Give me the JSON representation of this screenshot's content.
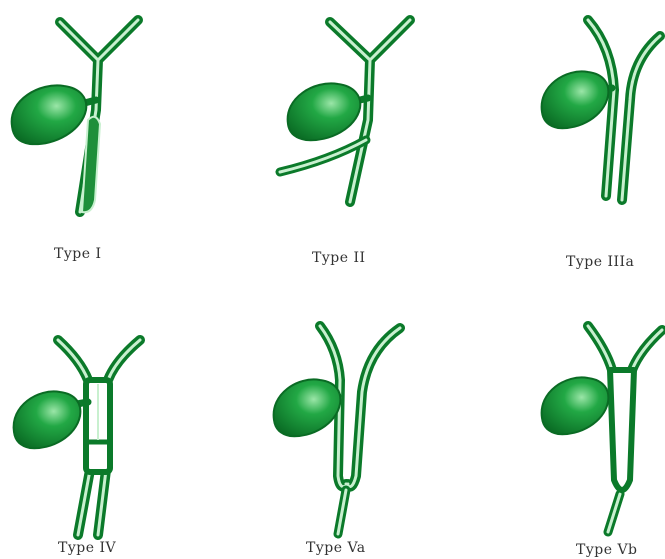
{
  "panels": [
    {
      "label": "Type I"
    },
    {
      "label": "Type II"
    },
    {
      "label": "Type IIIa"
    },
    {
      "label": "Type IV"
    },
    {
      "label": "Type Va"
    },
    {
      "label": "Type Vb"
    }
  ],
  "colors": {
    "duct_dark": "#0b7a2a",
    "duct_light": "#c8f0cf",
    "gallbladder_dark": "#0a6b24",
    "gallbladder_mid": "#22a845",
    "gallbladder_light": "#9be6a8",
    "label_text": "#333333"
  }
}
